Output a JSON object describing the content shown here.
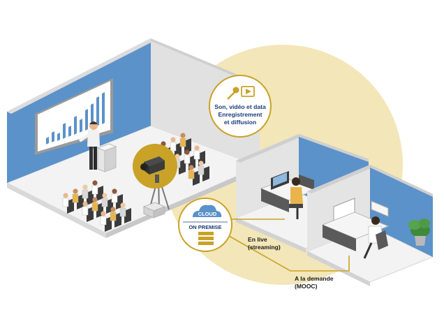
{
  "badge": {
    "line1": "Son, vidéo et data",
    "line2": "Enregistrement",
    "line3": "et diffusion",
    "icons": [
      "microphone-icon",
      "video-play-icon"
    ]
  },
  "server": {
    "cloud_label": "CLOUD",
    "premise_label": "ON PREMISE",
    "icons": [
      "cloud-icon",
      "server-rack-icon"
    ]
  },
  "live": {
    "line1": "En live",
    "line2": "(streaming)"
  },
  "ondemand": {
    "line1": "A la demande",
    "line2": "(MOOC)"
  },
  "colors": {
    "wall_blue": "#5b92c9",
    "floor": "#f2f2f2",
    "circle_beige": "#f3e6b8",
    "gold": "#c9a227",
    "navy": "#1b3a78"
  }
}
